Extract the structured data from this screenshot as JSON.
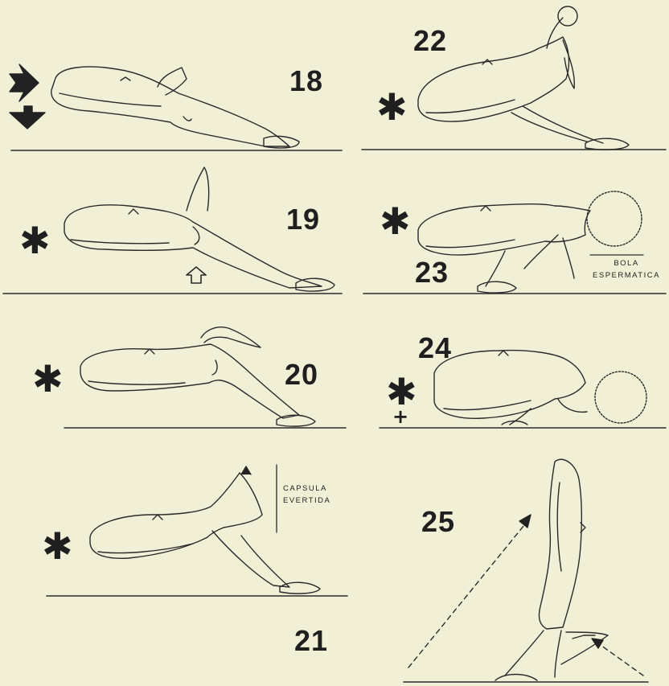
{
  "panels": [
    {
      "number": "18"
    },
    {
      "number": "19"
    },
    {
      "number": "20"
    },
    {
      "number": "21"
    },
    {
      "number": "22"
    },
    {
      "number": "23"
    },
    {
      "number": "24"
    },
    {
      "number": "25"
    }
  ],
  "marker_symbol": "✱",
  "plus_symbol": "+",
  "labels": {
    "capsula_line1": "CAPSULA",
    "capsula_line2": "EVERTIDA",
    "bola_line1": "BOLA",
    "bola_line2": "ESPERMATICA"
  },
  "colors": {
    "background": "#f1f0d6",
    "ink": "#1f1f1f"
  }
}
